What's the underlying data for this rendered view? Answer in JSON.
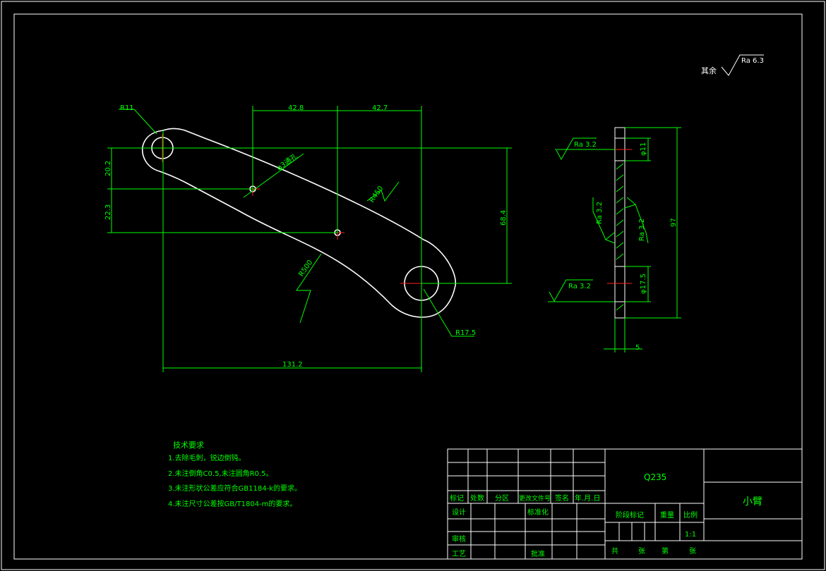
{
  "drawing": {
    "general_roughness_prefix": "其余",
    "general_roughness_value": "Ra 6.3",
    "dimensions": {
      "top_left": "42.8",
      "top_right": "42.7",
      "left_upper": "20.2",
      "left_lower": "22.3",
      "right_height": "68.4",
      "bottom_width": "131.2",
      "radius_top": "R11",
      "radius_bottom": "R17.5",
      "radius_arc_upper": "R450",
      "radius_arc_lower": "R500",
      "hole_note": "φ3通孔"
    },
    "side_view": {
      "ra_top": "Ra 3.2",
      "ra_mid_left": "Ra 3.2",
      "ra_mid_right": "Ra 3.2",
      "ra_bottom": "Ra 3.2",
      "dia_top": "φ11",
      "dia_bottom": "φ17.5",
      "height": "97",
      "thickness": "5"
    }
  },
  "tech_requirements": {
    "title": "技术要求",
    "items": [
      "1.去除毛刺，锐边倒钝。",
      "2.未注倒角C0.5,未注圆角R0.5。",
      "3.未注形状公差应符合GB1184-k的要求。",
      "4.未注尺寸公差按GB/T1804-m的要求。"
    ]
  },
  "title_block": {
    "material": "Q235",
    "part_name": "小臂",
    "rev_headers": [
      "标记",
      "处数",
      "分区",
      "更改文件号",
      "签名",
      "年.月.日"
    ],
    "design": "设计",
    "standardize": "标准化",
    "check": "审核",
    "process": "工艺",
    "approve": "批准",
    "stage_mark": "阶段标记",
    "weight": "重量",
    "scale": "比例",
    "scale_value": "1:1",
    "total": "共",
    "sheet": "张",
    "page": "第",
    "sheet2": "张"
  }
}
